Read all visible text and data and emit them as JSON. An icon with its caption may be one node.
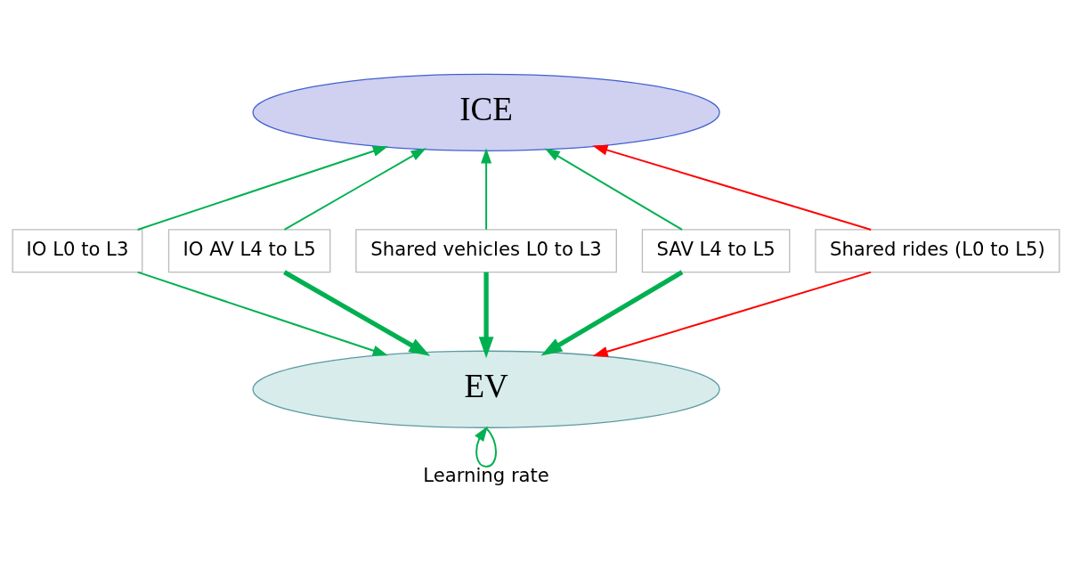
{
  "diagram": {
    "nodes": [
      {
        "text": [
          "ICE"
        ]
      },
      {
        "text": [
          "IO L0 to L3"
        ]
      },
      {
        "text": [
          "IO AV L4 to L5"
        ]
      },
      {
        "text": [
          "Shared vehicles L0 to L3"
        ]
      },
      {
        "text": [
          "SAV L4 to L5"
        ]
      },
      {
        "text": [
          "Shared rides (L0 to L5)"
        ]
      },
      {
        "text": [
          "EV"
        ]
      }
    ],
    "edges": [
      {
        "from": 1,
        "to": 0,
        "arrow": "to"
      },
      {
        "from": 2,
        "to": 0,
        "arrow": "to"
      },
      {
        "from": 3,
        "to": 0,
        "arrow": "to"
      },
      {
        "from": 4,
        "to": 0,
        "arrow": "to"
      },
      {
        "from": 5,
        "to": 0,
        "arrow": "to",
        "color": "#ff0000"
      },
      {
        "from": 1,
        "to": 6,
        "arrow": "to"
      },
      {
        "from": 2,
        "to": 6,
        "arrow": "to",
        "style": "thick"
      },
      {
        "from": 3,
        "to": 6,
        "arrow": "to",
        "style": "thick"
      },
      {
        "from": 4,
        "to": 6,
        "arrow": "to",
        "style": "thick"
      },
      {
        "from": 5,
        "to": 6,
        "arrow": "to",
        "color": "#ff0000"
      },
      {
        "from": 6,
        "to": 6,
        "arrow": "to",
        "label": "Learning rate"
      }
    ]
  }
}
